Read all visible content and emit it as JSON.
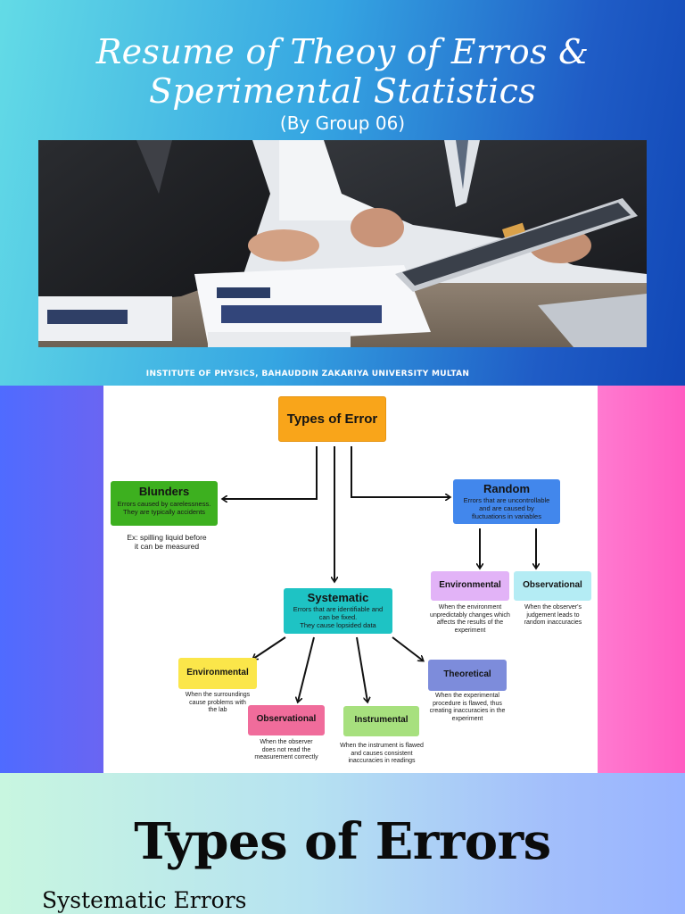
{
  "banner": {
    "title_line1": "Resume of Theoy of Erros &",
    "title_line2": "Sperimental Statistics",
    "subtitle": "(By Group 06)",
    "institute": "INSTITUTE OF PHYSICS, BAHAUDDIN ZAKARIYA UNIVERSITY MULTAN",
    "colors": {
      "gradient_start": "#63dbe6",
      "gradient_end": "#1147b6"
    }
  },
  "diagram": {
    "root": "Types of Error",
    "blunders": {
      "title": "Blunders",
      "desc_line1": "Errors caused by carelessness.",
      "desc_line2": "They are typically accidents",
      "example_line1": "Ex: spilling liquid before",
      "example_line2": "it can be measured"
    },
    "random": {
      "title": "Random",
      "desc_line1": "Errors that are uncontrollable",
      "desc_line2": "and are caused by",
      "desc_line3": "fluctuations in variables",
      "environmental": {
        "title": "Environmental",
        "desc_line1": "When the environment",
        "desc_line2": "unpredictably changes which",
        "desc_line3": "affects the results of the",
        "desc_line4": "experiment"
      },
      "observational": {
        "title": "Observational",
        "desc_line1": "When the observer's",
        "desc_line2": "judgement leads to",
        "desc_line3": "random inaccuracies"
      }
    },
    "systematic": {
      "title": "Systematic",
      "desc_line1": "Errors that are identifiable and",
      "desc_line2": "can be fixed.",
      "desc_line3": "They cause lopsided data",
      "environmental": {
        "title": "Environmental",
        "desc_line1": "When the surroundings",
        "desc_line2": "cause problems with",
        "desc_line3": "the lab"
      },
      "observational": {
        "title": "Observational",
        "desc_line1": "When the observer",
        "desc_line2": "does not read the",
        "desc_line3": "measurement correctly"
      },
      "instrumental": {
        "title": "Instrumental",
        "desc_line1": "When the instrument is flawed",
        "desc_line2": "and causes consistent",
        "desc_line3": "inaccuracies in readings"
      },
      "theoretical": {
        "title": "Theoretical",
        "desc_line1": "When the experimental",
        "desc_line2": "procedure is flawed, thus",
        "desc_line3": "creating inaccuracies in the",
        "desc_line4": "experiment"
      }
    },
    "colors": {
      "root": "#f9a51a",
      "blunders": "#3db01f",
      "random": "#4287ec",
      "systematic": "#1ec3c4",
      "random_env": "#e2b3f7",
      "random_obs": "#b4ecf4",
      "sys_env": "#fbe64a",
      "sys_obs": "#f06c9b",
      "sys_instr": "#a7e07e",
      "sys_theo": "#7d8cdb"
    }
  },
  "section3": {
    "heading": "Types of Errors",
    "subheading": "Systematic Errors"
  }
}
